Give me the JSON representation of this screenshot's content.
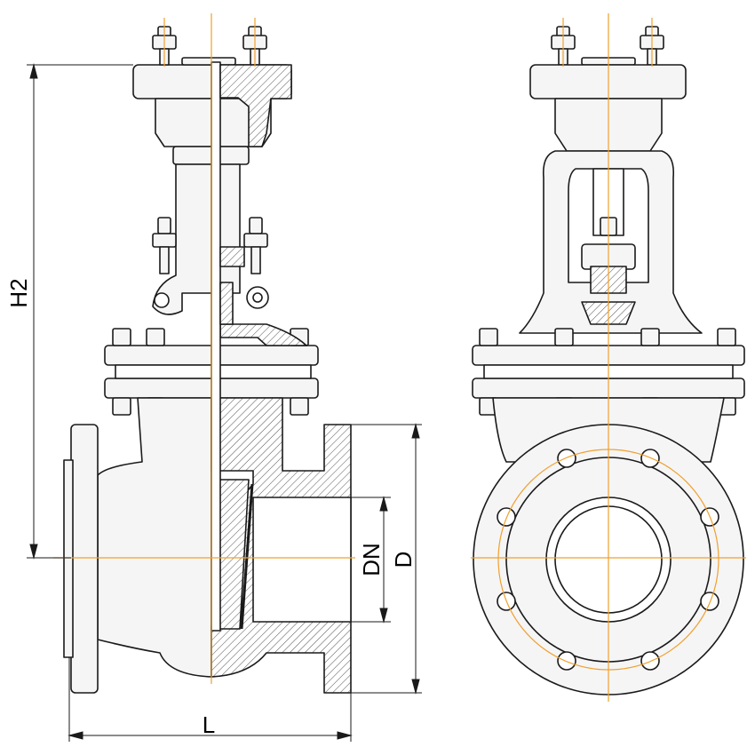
{
  "labels": {
    "height": "H2",
    "nominal_diameter": "DN",
    "flange_diameter": "D",
    "length": "L"
  },
  "colors": {
    "outline": "#1a1a1a",
    "centerline": "#f0a030",
    "body_fill": "#f5f5f5",
    "hatch": "#555555"
  }
}
